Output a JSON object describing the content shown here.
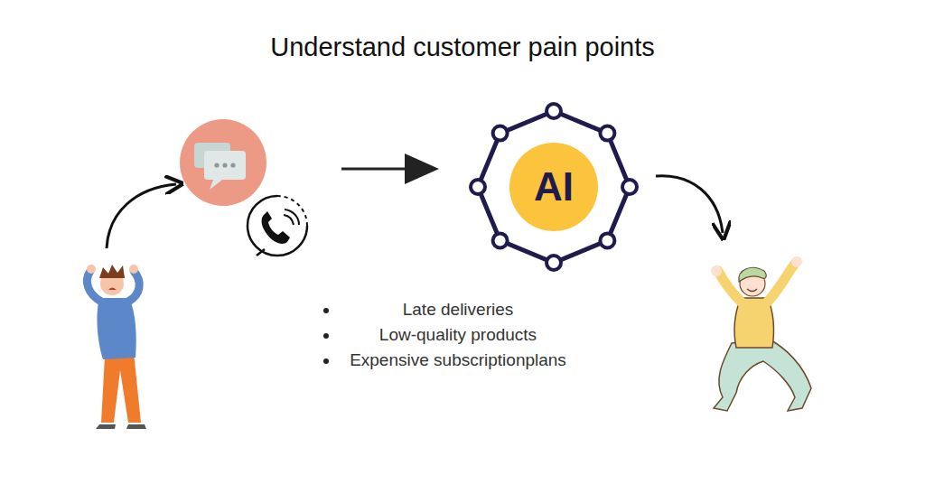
{
  "diagram": {
    "title": "Understand customer pain points",
    "nodes": [
      {
        "text": [
          "AI"
        ]
      }
    ],
    "labels": [
      "Late deliveries",
      "Low-quality products",
      "Expensive subscriptionplans"
    ]
  }
}
